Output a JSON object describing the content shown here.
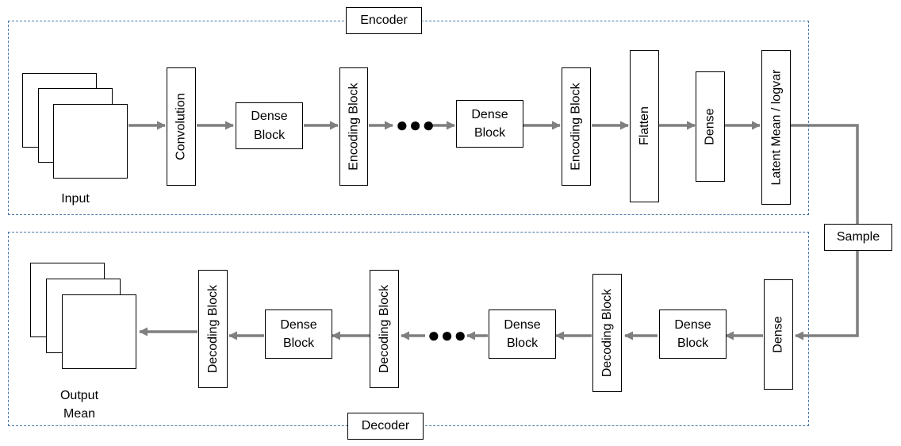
{
  "encoder": {
    "title": "Encoder",
    "input_label": "Input",
    "blocks": {
      "convolution": "Convolution",
      "dense_block_1": "Dense\nBlock",
      "encoding_block_1": "Encoding Block",
      "ellipsis": "●●●",
      "dense_block_2": "Dense\nBlock",
      "encoding_block_2": "Encoding Block",
      "flatten": "Flatten",
      "dense": "Dense",
      "latent": "Latent Mean / logvar"
    }
  },
  "sample_label": "Sample",
  "decoder": {
    "title": "Decoder",
    "output_label": "Output\nMean",
    "blocks": {
      "dense": "Dense",
      "dense_block_1": "Dense\nBlock",
      "decoding_block_1": "Decoding Block",
      "dense_block_2": "Dense\nBlock",
      "ellipsis": "●●●",
      "decoding_block_2": "Decoding Block",
      "dense_block_3": "Dense\nBlock",
      "decoding_block_3": "Decoding Block"
    }
  },
  "colors": {
    "arrow": "#7f7f7f",
    "region_border": "#4a78a8",
    "box_border": "#000000"
  }
}
